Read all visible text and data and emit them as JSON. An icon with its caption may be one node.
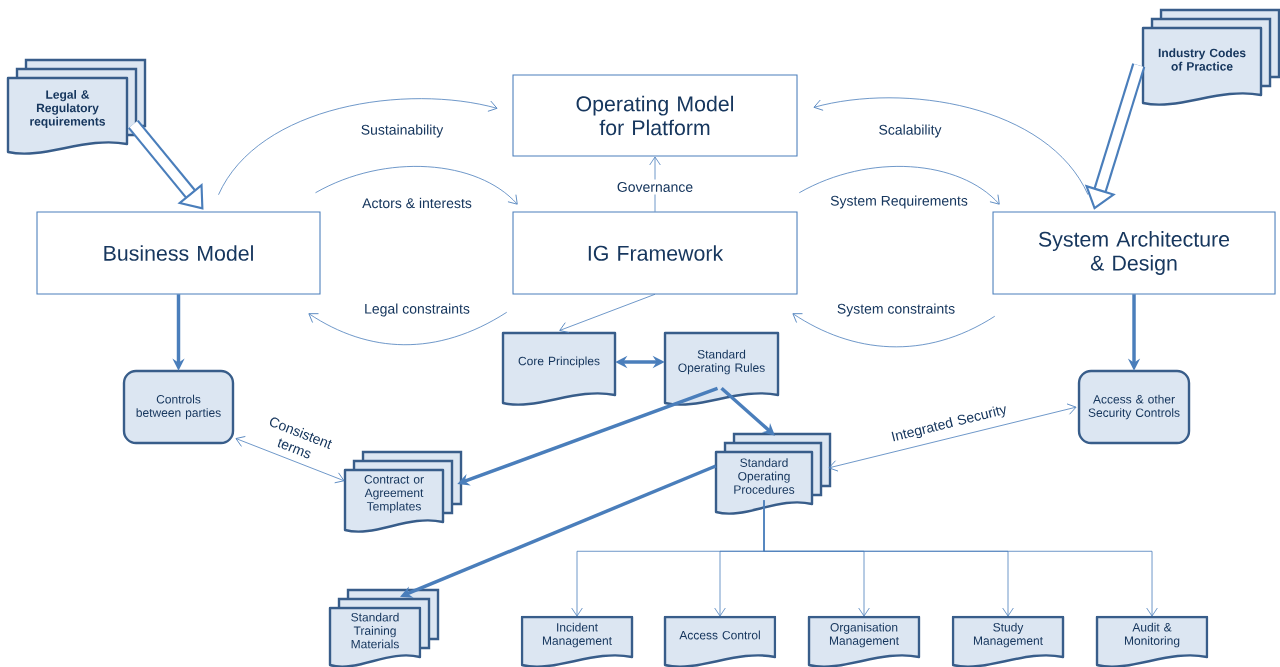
{
  "diagram": {
    "nodes": [
      {
        "text": [
          "Legal & Regulatory requirements"
        ]
      },
      {
        "text": [
          "Operating Model for Platform"
        ]
      },
      {
        "text": [
          "Industry Codes of Practice"
        ]
      },
      {
        "text": [
          "Business Model"
        ]
      },
      {
        "text": [
          "IG Framework"
        ]
      },
      {
        "text": [
          "System Architecture & Design"
        ]
      },
      {
        "text": [
          "Controls between parties"
        ]
      },
      {
        "text": [
          "Core Principles"
        ]
      },
      {
        "text": [
          "Standard Operating Rules"
        ]
      },
      {
        "text": [
          "Access & other Security Controls"
        ]
      },
      {
        "text": [
          "Contract or Agreement Templates"
        ]
      },
      {
        "text": [
          "Standard Operating Procedures"
        ]
      },
      {
        "text": [
          "Standard Training Materials"
        ]
      },
      {
        "text": [
          "Incident Management"
        ]
      },
      {
        "text": [
          "Access Control"
        ]
      },
      {
        "text": [
          "Organisation Management"
        ]
      },
      {
        "text": [
          "Study Management"
        ]
      },
      {
        "text": [
          "Audit & Monitoring"
        ]
      }
    ],
    "edges": [
      {
        "from": 0,
        "to": 3,
        "arrow": "to",
        "style": "thick"
      },
      {
        "from": 2,
        "to": 5,
        "arrow": "to",
        "style": "thick"
      },
      {
        "from": 3,
        "to": 1,
        "arrow": "to",
        "label": "Sustainability"
      },
      {
        "from": 3,
        "to": 4,
        "arrow": "to",
        "label": "Actors & interests"
      },
      {
        "from": 4,
        "to": 3,
        "arrow": "to",
        "label": "Legal constraints"
      },
      {
        "from": 5,
        "to": 1,
        "arrow": "to",
        "label": "Scalability"
      },
      {
        "from": 4,
        "to": 5,
        "arrow": "to",
        "label": "System Requirements"
      },
      {
        "from": 5,
        "to": 4,
        "arrow": "to",
        "label": "System constraints"
      },
      {
        "from": 4,
        "to": 1,
        "arrow": "to",
        "label": "Governance"
      },
      {
        "from": 3,
        "to": 6,
        "arrow": "to",
        "style": "thick"
      },
      {
        "from": 5,
        "to": 9,
        "arrow": "to",
        "style": "thick"
      },
      {
        "from": 4,
        "to": 7,
        "arrow": "to"
      },
      {
        "from": 7,
        "to": 8,
        "arrow": "both",
        "style": "thick"
      },
      {
        "from": 8,
        "to": 11,
        "arrow": "to",
        "style": "thick"
      },
      {
        "from": 8,
        "to": 10,
        "arrow": "to",
        "style": "thick"
      },
      {
        "from": 6,
        "to": 10,
        "arrow": "both",
        "label": "Consistent terms"
      },
      {
        "from": 9,
        "to": 11,
        "arrow": "both",
        "label": "Integrated Security"
      },
      {
        "from": 11,
        "to": 12,
        "arrow": "to",
        "style": "thick"
      },
      {
        "from": 11,
        "to": 13,
        "arrow": "to"
      },
      {
        "from": 11,
        "to": 14,
        "arrow": "to"
      },
      {
        "from": 11,
        "to": 15,
        "arrow": "to"
      },
      {
        "from": 11,
        "to": 16,
        "arrow": "to"
      },
      {
        "from": 11,
        "to": 17,
        "arrow": "to"
      }
    ]
  }
}
